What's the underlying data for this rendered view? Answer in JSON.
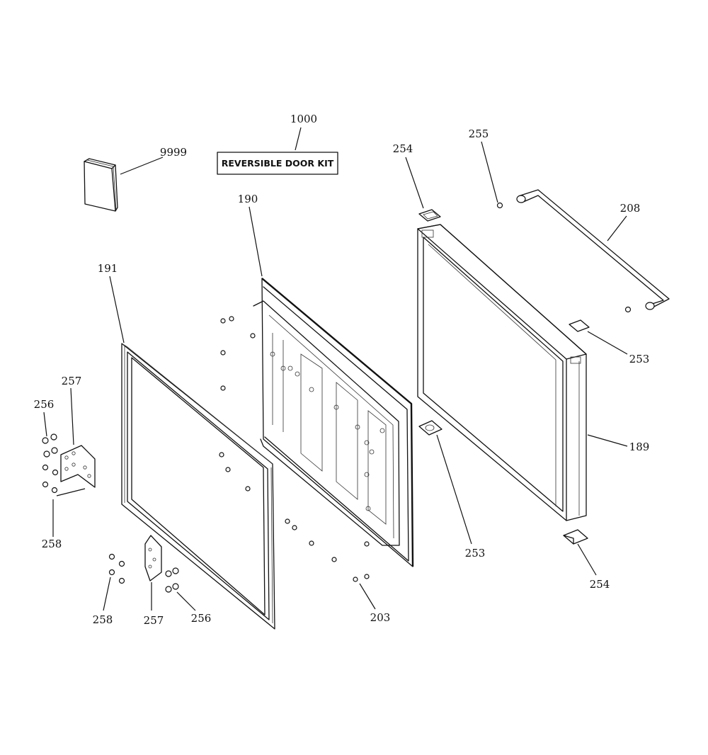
{
  "kit_box": {
    "text": "REVERSIBLE DOOR KIT"
  },
  "labels": {
    "p1000": "1000",
    "p9999": "9999",
    "p190": "190",
    "p191": "191",
    "p254_top": "254",
    "p255": "255",
    "p208": "208",
    "p253_right": "253",
    "p189": "189",
    "p253_bottom": "253",
    "p254_bottom": "254",
    "p257_left": "257",
    "p256_left": "256",
    "p258_left": "258",
    "p258_bottom": "258",
    "p257_bottom": "257",
    "p256_bottom": "256",
    "p203": "203"
  }
}
